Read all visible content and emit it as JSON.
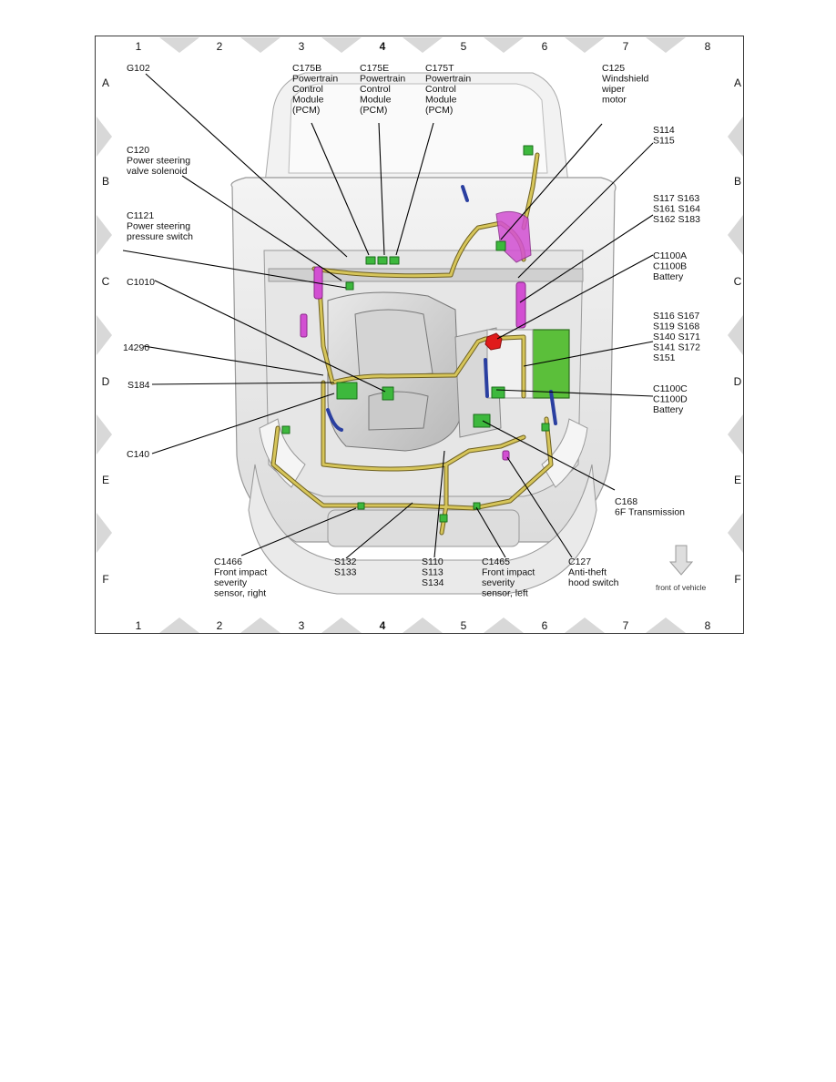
{
  "grid": {
    "columns": [
      "1",
      "2",
      "3",
      "4",
      "5",
      "6",
      "7",
      "8"
    ],
    "rows": [
      "A",
      "B",
      "C",
      "D",
      "E",
      "F"
    ]
  },
  "labels": {
    "g102": [
      "G102"
    ],
    "c175b": [
      "C175B",
      "Powertrain",
      "Control",
      "Module",
      "(PCM)"
    ],
    "c175e": [
      "C175E",
      "Powertrain",
      "Control",
      "Module",
      "(PCM)"
    ],
    "c175t": [
      "C175T",
      "Powertrain",
      "Control",
      "Module",
      "(PCM)"
    ],
    "c125": [
      "C125",
      "Windshield",
      "wiper",
      "motor"
    ],
    "s114": [
      "S114",
      "S115"
    ],
    "c120": [
      "C120",
      "Power steering",
      "valve solenoid"
    ],
    "c1121": [
      "C1121",
      "Power steering",
      "pressure switch"
    ],
    "s117": [
      "S117  S163",
      "S161  S164",
      "S162  S183"
    ],
    "c1100a": [
      "C1100A",
      "C1100B",
      "Battery"
    ],
    "c1010": [
      "C1010"
    ],
    "s116": [
      "S116  S167",
      "S119  S168",
      "S140  S171",
      "S141  S172",
      "S151"
    ],
    "n14290": [
      "14290"
    ],
    "s184": [
      "S184"
    ],
    "c1100c": [
      "C1100C",
      "C1100D",
      "Battery"
    ],
    "c140": [
      "C140"
    ],
    "c168": [
      "C168",
      "6F Transmission"
    ],
    "c1466": [
      "C1466",
      "Front impact",
      "severity",
      "sensor, right"
    ],
    "s132": [
      "S132",
      "S133"
    ],
    "s110": [
      "S110",
      "S113",
      "S134"
    ],
    "c1465": [
      "C1465",
      "Front impact",
      "severity",
      "sensor, left"
    ],
    "c127": [
      "C127",
      "Anti-theft",
      "hood switch"
    ],
    "front": [
      "front of vehicle"
    ]
  },
  "colors": {
    "harness": "#c8b84a",
    "connector_green": "#3db83d",
    "splice_magenta": "#d24fd2",
    "battery_red": "#e01b1b",
    "harness_blue": "#2a3fa0"
  }
}
